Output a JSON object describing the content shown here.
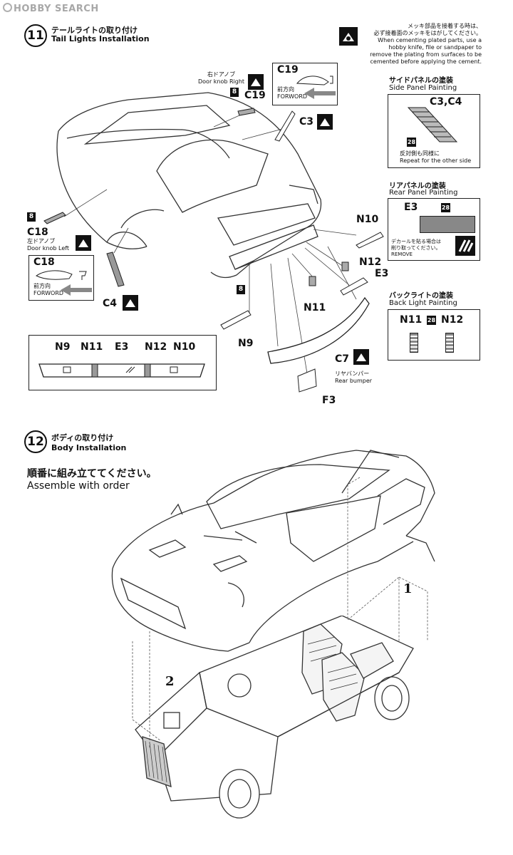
{
  "watermark": "HOBBY SEARCH",
  "step11": {
    "num": "11",
    "title_jp": "テールライトの取り付け",
    "title_en": "Tail Lights Installation",
    "note_jp1": "メッキ部品を接着する時は、",
    "note_jp2": "必ず接着面のメッキをはがしてください。",
    "note_en1": "When cementing plated parts, use a",
    "note_en2": "hobby knife, file or sandpaper to",
    "note_en3": "remove the plating from surfaces to be",
    "note_en4": "cemented before applying the cement.",
    "door_right_jp": "右ドアノブ",
    "door_right_en": "Door knob Right",
    "c19": "C19",
    "c19_box": "C19",
    "front_jp": "前方向",
    "front_en": "FORWORD",
    "c3": "C3",
    "side_panel_jp": "サイドパネルの塗装",
    "side_panel_en": "Side Panel Painting",
    "c3c4": "C3,C4",
    "num28": "28",
    "repeat_jp": "反対側も同様に",
    "repeat_en": "Repeat for the other side",
    "rear_panel_jp": "リアパネルの塗装",
    "rear_panel_en": "Rear Panel Painting",
    "e3": "E3",
    "decal_jp1": "デカールを貼る場合は",
    "decal_jp2": "削り取ってください。",
    "remove": "REMOVE",
    "n10": "N10",
    "n12": "N12",
    "n11": "N11",
    "n9": "N9",
    "c18": "C18",
    "door_left_jp": "左ドアノブ",
    "door_left_en": "Door knob Left",
    "c18_box": "C18",
    "c4": "C4",
    "num8": "8",
    "c7": "C7",
    "rear_bumper_jp": "リヤバンパー",
    "rear_bumper_en": "Rear bumper",
    "f3": "F3",
    "back_light_jp": "バックライトの塗装",
    "back_light_en": "Back Light Painting",
    "bar_labels": [
      "N9",
      "N11",
      "E3",
      "N12",
      "N10"
    ]
  },
  "step12": {
    "num": "12",
    "title_jp": "ボディの取り付け",
    "title_en": "Body Installation",
    "order_jp": "順番に組み立ててください。",
    "order_en": "Assemble with order",
    "seq1": "1",
    "seq2": "2"
  }
}
